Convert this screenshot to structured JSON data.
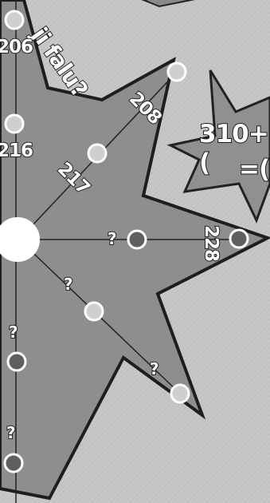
{
  "puzzle": {
    "title_partial": "ji falu?",
    "task_line1": "310+(",
    "task_line2": "=(",
    "hub_numbers": [
      "206",
      "216"
    ],
    "branch_numbers": [
      "208",
      "217",
      "228"
    ],
    "unknown_marker": "?"
  },
  "colors": {
    "background": "#c9c9c9",
    "star": "#8d8d8d",
    "line": "#222222",
    "open_node": "#cfcfcf",
    "filled_node": "#5f5f5f",
    "center_node": "#ffffff"
  }
}
